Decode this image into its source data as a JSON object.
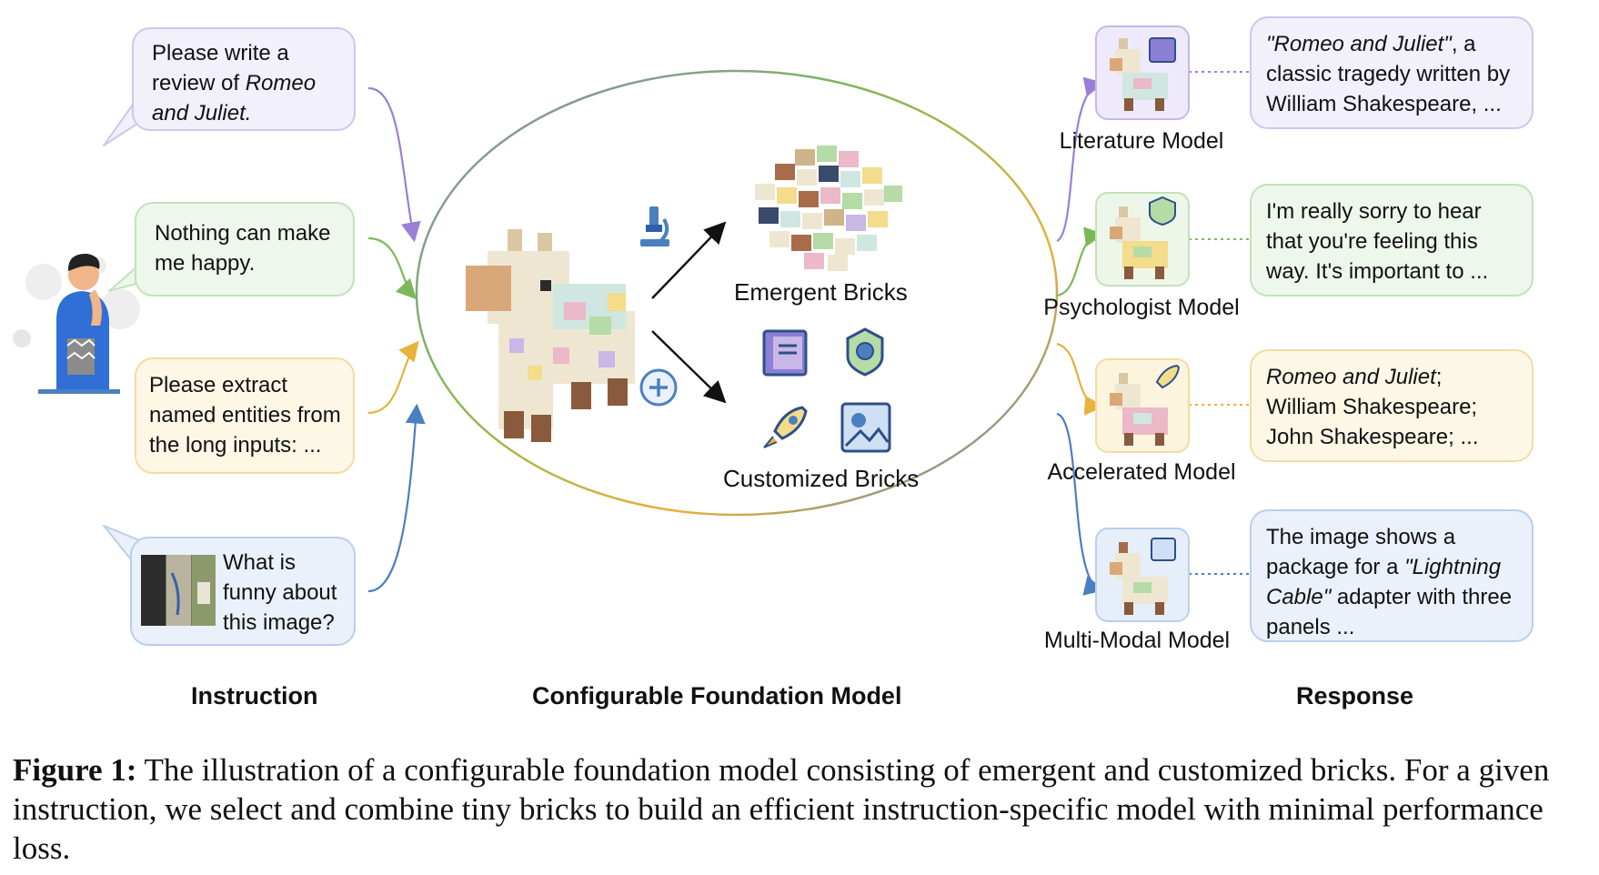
{
  "instructions": [
    {
      "pre": "Please write a review of ",
      "em": "Romeo and Juliet.",
      "post": ""
    },
    {
      "text": "Nothing can make me happy."
    },
    {
      "text": "Please extract named entities from the long inputs: ..."
    },
    {
      "text": "What is funny about this image?"
    }
  ],
  "center": {
    "emergent_label": "Emergent Bricks",
    "customized_label": "Customized Bricks"
  },
  "models": [
    {
      "name": "Literature Model"
    },
    {
      "name": "Psychologist Model"
    },
    {
      "name": "Accelerated Model"
    },
    {
      "name": "Multi-Modal Model"
    }
  ],
  "responses": [
    {
      "em": "\"Romeo and Juliet\"",
      "rest": ", a classic tragedy written by William Shakespeare, ..."
    },
    {
      "text": "I'm really sorry to hear that you're feeling this way. It's important to ..."
    },
    {
      "em": "Romeo and Juliet",
      "rest": "; William Shakespeare; John Shakespeare; ..."
    },
    {
      "pre": "The image shows a package for a ",
      "em": "\"Lightning Cable\"",
      "rest": " adapter with three panels ..."
    }
  ],
  "section_titles": {
    "instruction": "Instruction",
    "model": "Configurable Foundation Model",
    "response": "Response"
  },
  "caption": {
    "label": "Figure 1:",
    "text": " The illustration of a configurable foundation model consisting of emergent and customized bricks. For a given instruction, we select and combine tiny bricks to build an efficient instruction-specific model with minimal performance loss."
  },
  "colors": {
    "purple": "#9b7fd6",
    "green": "#7cb85a",
    "yellow": "#e8b23c",
    "blue": "#4a7fc1"
  }
}
